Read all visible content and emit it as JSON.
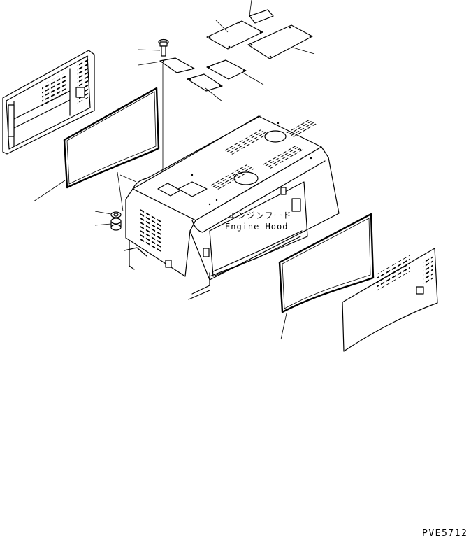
{
  "labels": {
    "part_name_jp": "エンジンフード",
    "part_name_en": "Engine Hood"
  },
  "drawing_code": "PVE5712"
}
